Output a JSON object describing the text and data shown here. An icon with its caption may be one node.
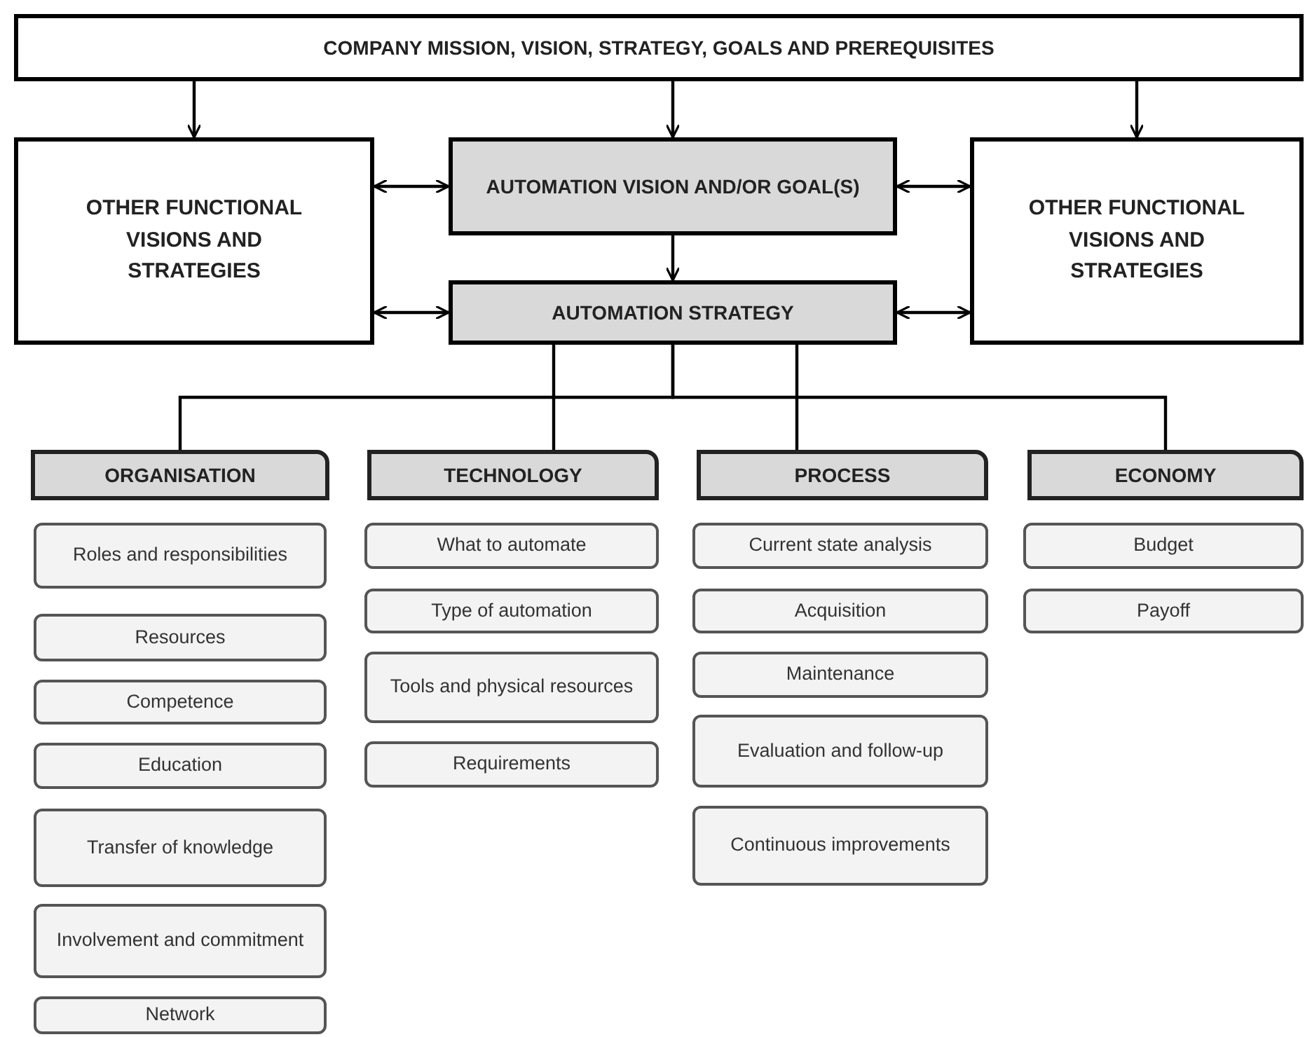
{
  "diagram": {
    "nodes": [
      {
        "text": [
          "COMPANY MISSION, VISION, STRATEGY, GOALS AND PREREQUISITES"
        ]
      },
      {
        "text": [
          "OTHER FUNCTIONAL VISIONS AND STRATEGIES"
        ]
      },
      {
        "text": [
          "AUTOMATION VISION AND/OR GOAL(S)"
        ]
      },
      {
        "text": [
          "OTHER FUNCTIONAL VISIONS AND STRATEGIES"
        ]
      },
      {
        "text": [
          "AUTOMATION STRATEGY"
        ]
      },
      {
        "text": [
          "ORGANISATION"
        ]
      },
      {
        "text": [
          "TECHNOLOGY"
        ]
      },
      {
        "text": [
          "PROCESS"
        ]
      },
      {
        "text": [
          "ECONOMY"
        ]
      },
      {
        "text": [
          "Roles and responsibilities"
        ]
      },
      {
        "text": [
          "Resources"
        ]
      },
      {
        "text": [
          "Competence"
        ]
      },
      {
        "text": [
          "Education"
        ]
      },
      {
        "text": [
          "Transfer of knowledge"
        ]
      },
      {
        "text": [
          "Involvement and commitment"
        ]
      },
      {
        "text": [
          "Network"
        ]
      },
      {
        "text": [
          "What to automate"
        ]
      },
      {
        "text": [
          "Type of automation"
        ]
      },
      {
        "text": [
          "Tools and physical resources"
        ]
      },
      {
        "text": [
          "Requirements"
        ]
      },
      {
        "text": [
          "Current state analysis"
        ]
      },
      {
        "text": [
          "Acquisition"
        ]
      },
      {
        "text": [
          "Maintenance"
        ]
      },
      {
        "text": [
          "Evaluation and follow-up"
        ]
      },
      {
        "text": [
          "Continuous improvements"
        ]
      },
      {
        "text": [
          "Budget"
        ]
      },
      {
        "text": [
          "Payoff"
        ]
      }
    ],
    "edges": [
      {
        "from": 0,
        "to": 1,
        "arrow": "to"
      },
      {
        "from": 0,
        "to": 2,
        "arrow": "to"
      },
      {
        "from": 0,
        "to": 3,
        "arrow": "to"
      },
      {
        "from": 1,
        "to": 2,
        "arrow": "both"
      },
      {
        "from": 2,
        "to": 3,
        "arrow": "both"
      },
      {
        "from": 2,
        "to": 4,
        "arrow": "to"
      },
      {
        "from": 1,
        "to": 4,
        "arrow": "both"
      },
      {
        "from": 4,
        "to": 3,
        "arrow": "both"
      },
      {
        "from": 4,
        "to": 5,
        "arrow": "none"
      },
      {
        "from": 4,
        "to": 6,
        "arrow": "none"
      },
      {
        "from": 4,
        "to": 7,
        "arrow": "none"
      },
      {
        "from": 4,
        "to": 8,
        "arrow": "none"
      }
    ]
  }
}
